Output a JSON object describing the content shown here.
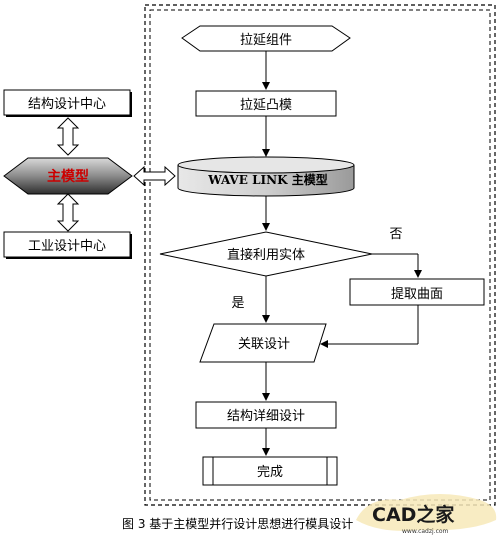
{
  "left_panel": {
    "structure_center": "结构设计中心",
    "main_model": "主模型",
    "industrial_center": "工业设计中心"
  },
  "flow": {
    "start": "拉延组件",
    "extrude": "拉延凸模",
    "wavelink": "WAVE LINK  主模型",
    "decision": "直接利用实体",
    "yes": "是",
    "no": "否",
    "extract": "提取曲面",
    "assoc": "关联设计",
    "detail": "结构详细设计",
    "done": "完成"
  },
  "caption": "图 3    基于主模型并行设计思想进行模具设计",
  "watermark": {
    "logo": "CAD之家",
    "url": "www.cadzj.com"
  },
  "colors": {
    "main_model_text": "#cc0000",
    "cylinder_top": "#e6e6e6",
    "cylinder_side": "#bdbdbd"
  }
}
